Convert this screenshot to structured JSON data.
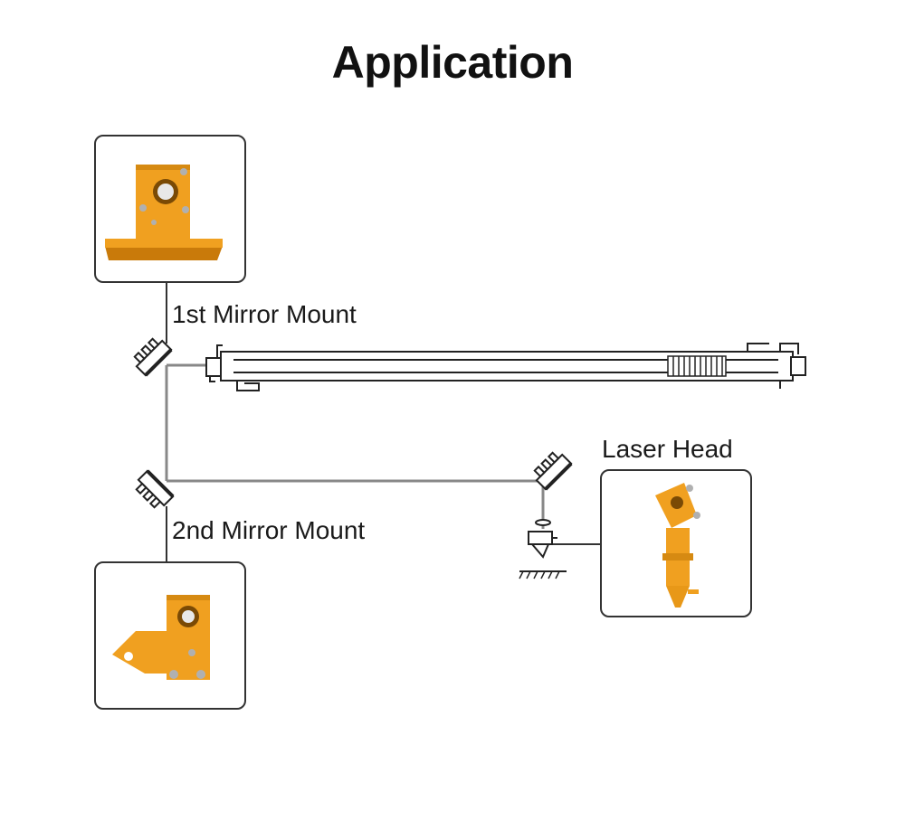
{
  "title": "Application",
  "labels": {
    "first_mirror": "1st Mirror Mount",
    "second_mirror": "2nd Mirror Mount",
    "laser_head": "Laser Head"
  },
  "colors": {
    "part_orange": "#F0A020",
    "part_dark": "#C97A0A",
    "line": "#333333",
    "beam": "#888888"
  }
}
